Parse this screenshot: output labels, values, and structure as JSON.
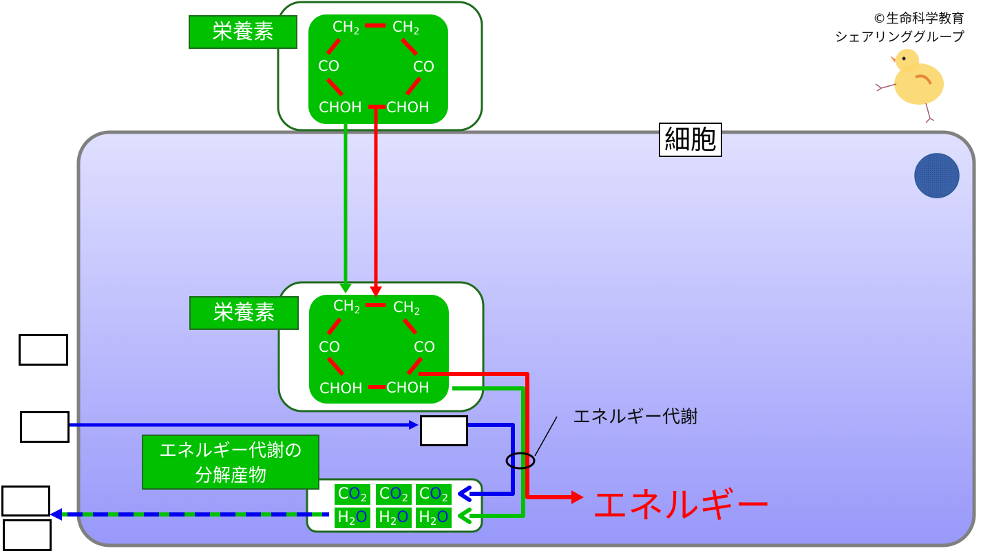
{
  "credit": {
    "line1": "©生命科学教育",
    "line2": "シェアリンググループ"
  },
  "cell": {
    "label": "細胞",
    "fill_top": "#e0e0ff",
    "fill_bottom": "#9898fa",
    "border": "#808080"
  },
  "nutrient_outside": {
    "label": "栄養素",
    "molecule": {
      "top_left": "CH",
      "top_left_sub": "2",
      "top_right": "CH",
      "top_right_sub": "2",
      "mid_left": "CO",
      "mid_right": "CO",
      "bottom_left": "CHOH",
      "bottom_right": "CHOH"
    }
  },
  "nutrient_inside": {
    "label": "栄養素",
    "molecule": {
      "top_left": "CH",
      "top_left_sub": "2",
      "top_right": "CH",
      "top_right_sub": "2",
      "mid_left": "CO",
      "mid_right": "CO",
      "bottom_left": "CHOH",
      "bottom_right": "CHOH"
    }
  },
  "products_label": {
    "line1": "エネルギー代謝の",
    "line2": "分解産物"
  },
  "products": {
    "co2": [
      {
        "c": "C",
        "o": "O",
        "sub": "2"
      },
      {
        "c": "C",
        "o": "O",
        "sub": "2"
      },
      {
        "c": "C",
        "o": "O",
        "sub": "2"
      }
    ],
    "h2o": [
      {
        "h": "H",
        "sub": "2",
        "o": "O"
      },
      {
        "h": "H",
        "sub": "2",
        "o": "O"
      },
      {
        "h": "H",
        "sub": "2",
        "o": "O"
      }
    ]
  },
  "metabolism_annotation": "エネルギー代謝",
  "energy_label": "エネルギー",
  "blank_boxes": [
    "",
    "",
    "",
    "",
    ""
  ],
  "colors": {
    "green": "#00c000",
    "dark_green": "#1d6b1d",
    "red": "#ff0000",
    "blue": "#0000ee",
    "nucleus": "#3a62a8"
  }
}
